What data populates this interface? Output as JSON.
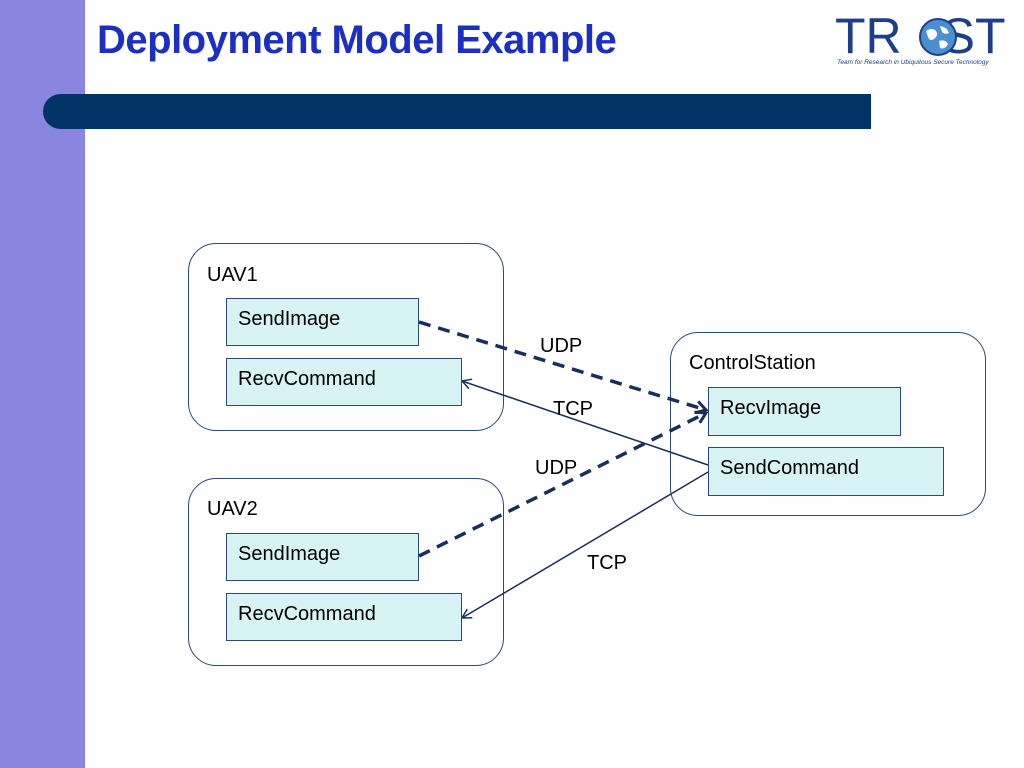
{
  "slide": {
    "title": "Deployment Model Example"
  },
  "logo": {
    "word": "TR  ST",
    "tagline": "Team for Research in Ubiquitous Secure Technology",
    "icon": "globe-icon"
  },
  "colors": {
    "left_band": "#8a86e0",
    "title": "#1b2fc4",
    "title_bar": "#003366",
    "component_fill": "#d7f3f3",
    "border": "#2a4a7a"
  },
  "diagram": {
    "nodes": {
      "uav1": {
        "label": "UAV1",
        "components": {
          "send_image": "SendImage",
          "recv_command": "RecvCommand"
        }
      },
      "uav2": {
        "label": "UAV2",
        "components": {
          "send_image": "SendImage",
          "recv_command": "RecvCommand"
        }
      },
      "control": {
        "label": "ControlStation",
        "components": {
          "recv_image": "RecvImage",
          "send_command": "SendCommand"
        }
      }
    },
    "edges": {
      "uav1_udp": {
        "label": "UDP",
        "style": "dashed"
      },
      "uav1_tcp": {
        "label": "TCP",
        "style": "solid"
      },
      "uav2_udp": {
        "label": "UDP",
        "style": "dashed"
      },
      "uav2_tcp": {
        "label": "TCP",
        "style": "solid"
      }
    }
  }
}
